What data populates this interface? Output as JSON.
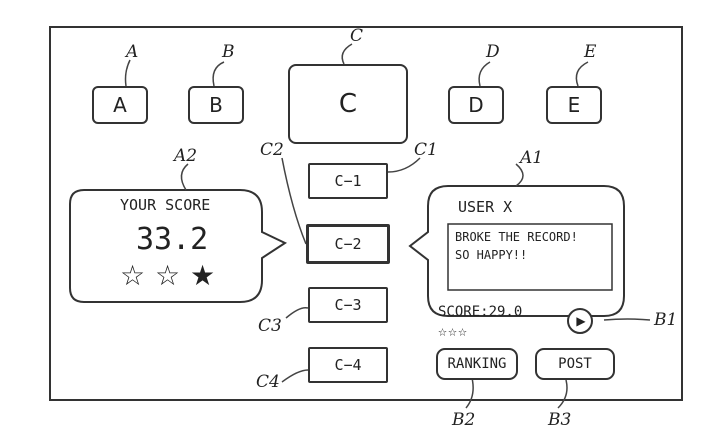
{
  "buttons": {
    "a": "A",
    "b": "B",
    "c": "C",
    "d": "D",
    "e": "E"
  },
  "sub_items": [
    "C−1",
    "C−2",
    "C−3",
    "C−4"
  ],
  "selected_sub_item": 1,
  "score_panel": {
    "title": "YOUR SCORE",
    "value": "33.2",
    "stars": [
      "☆",
      "☆",
      "★"
    ]
  },
  "message_panel": {
    "user": "USER X",
    "message_line1": "BROKE THE RECORD!",
    "message_line2": "SO HAPPY!!"
  },
  "score_line": "SCORE:29.0",
  "score_stars": "☆☆☆",
  "play_icon": "▶",
  "ranking_label": "RANKING",
  "post_label": "POST",
  "refs": {
    "a": "A",
    "b": "B",
    "c": "C",
    "d": "D",
    "e": "E",
    "a1": "A1",
    "a2": "A2",
    "b1": "B1",
    "b2": "B2",
    "b3": "B3",
    "c1": "C1",
    "c2": "C2",
    "c3": "C3",
    "c4": "C4"
  }
}
